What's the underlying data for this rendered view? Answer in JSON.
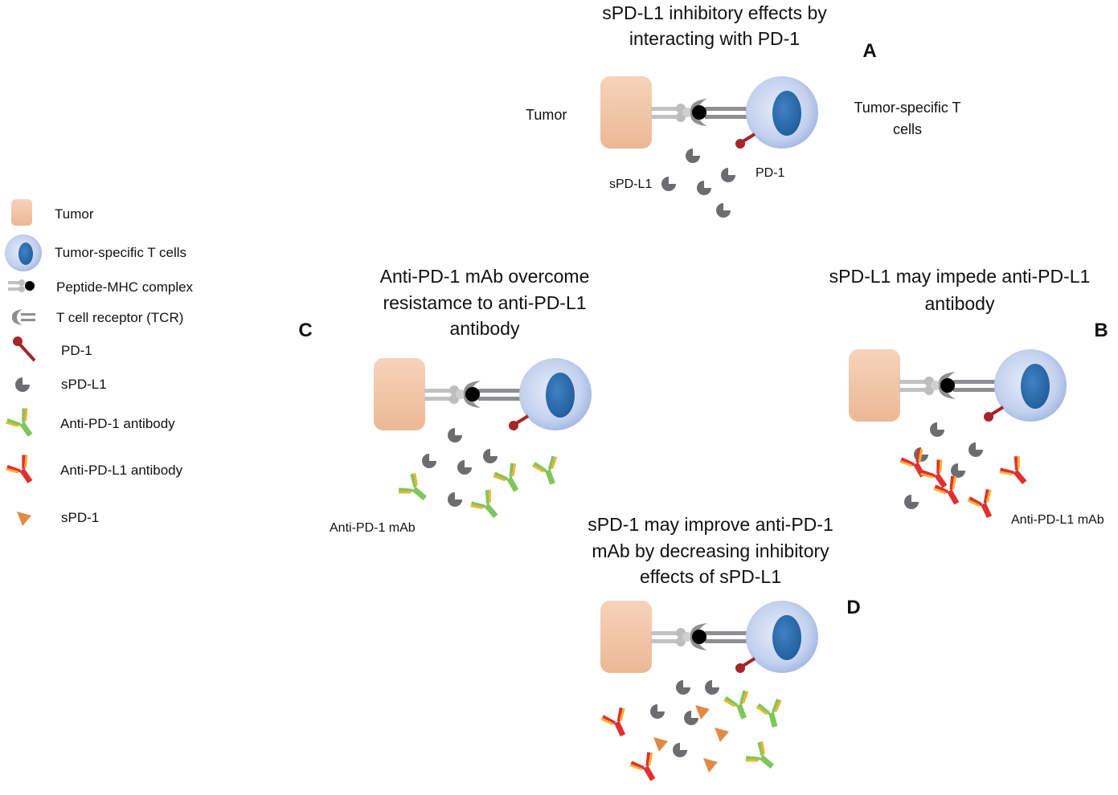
{
  "legend": {
    "items": [
      {
        "icon": "tumor-icon",
        "label": "Tumor"
      },
      {
        "icon": "t-cell-icon",
        "label": "Tumor-specific T cells"
      },
      {
        "icon": "peptide-mhc-icon",
        "label": "Peptide-MHC complex"
      },
      {
        "icon": "tcr-icon",
        "label": "T cell receptor (TCR)"
      },
      {
        "icon": "pd1-icon",
        "label": "PD-1"
      },
      {
        "icon": "spdl1-icon",
        "label": "sPD-L1"
      },
      {
        "icon": "anti-pd1-antibody-icon",
        "label": "Anti-PD-1 antibody"
      },
      {
        "icon": "anti-pdl1-antibody-icon",
        "label": "Anti-PD-L1 antibody"
      },
      {
        "icon": "spd1-icon",
        "label": "sPD-1"
      }
    ]
  },
  "panels": {
    "a": {
      "letter": "A",
      "title_line1": "sPD-L1 inhibitory effects by",
      "title_line2": "interacting with PD-1",
      "tumor_label": "Tumor",
      "tcell_label_line1": "Tumor-specific T",
      "tcell_label_line2": "cells",
      "spdl1_label": "sPD-L1",
      "pd1_label": "PD-1"
    },
    "b": {
      "letter": "B",
      "title_line1": "sPD-L1 may impede anti-PD-L1",
      "title_line2": "antibody",
      "mab_label": "Anti-PD-L1 mAb"
    },
    "c": {
      "letter": "C",
      "title_line1": "Anti-PD-1 mAb overcome",
      "title_line2": "resistamce to anti-PD-L1",
      "title_line3": "antibody",
      "mab_label": "Anti-PD-1 mAb"
    },
    "d": {
      "letter": "D",
      "title_line1": "sPD-1 may improve anti-PD-1",
      "title_line2": "mAb by decreasing inhibitory",
      "title_line3": "effects of sPD-L1"
    }
  },
  "colors": {
    "tumor": "#f3c7a8",
    "tcell_outer": "#c9d6f0",
    "tcell_nucleus": "#2f6eb0",
    "pd1": "#a3262a",
    "spdl1": "#6b6d70",
    "antibody_green": "#7fc65a",
    "antibody_red": "#e0312f",
    "antibody_yellow": "#f2b233",
    "spd1": "#e08a45",
    "mhc": "#b8b8b8"
  }
}
